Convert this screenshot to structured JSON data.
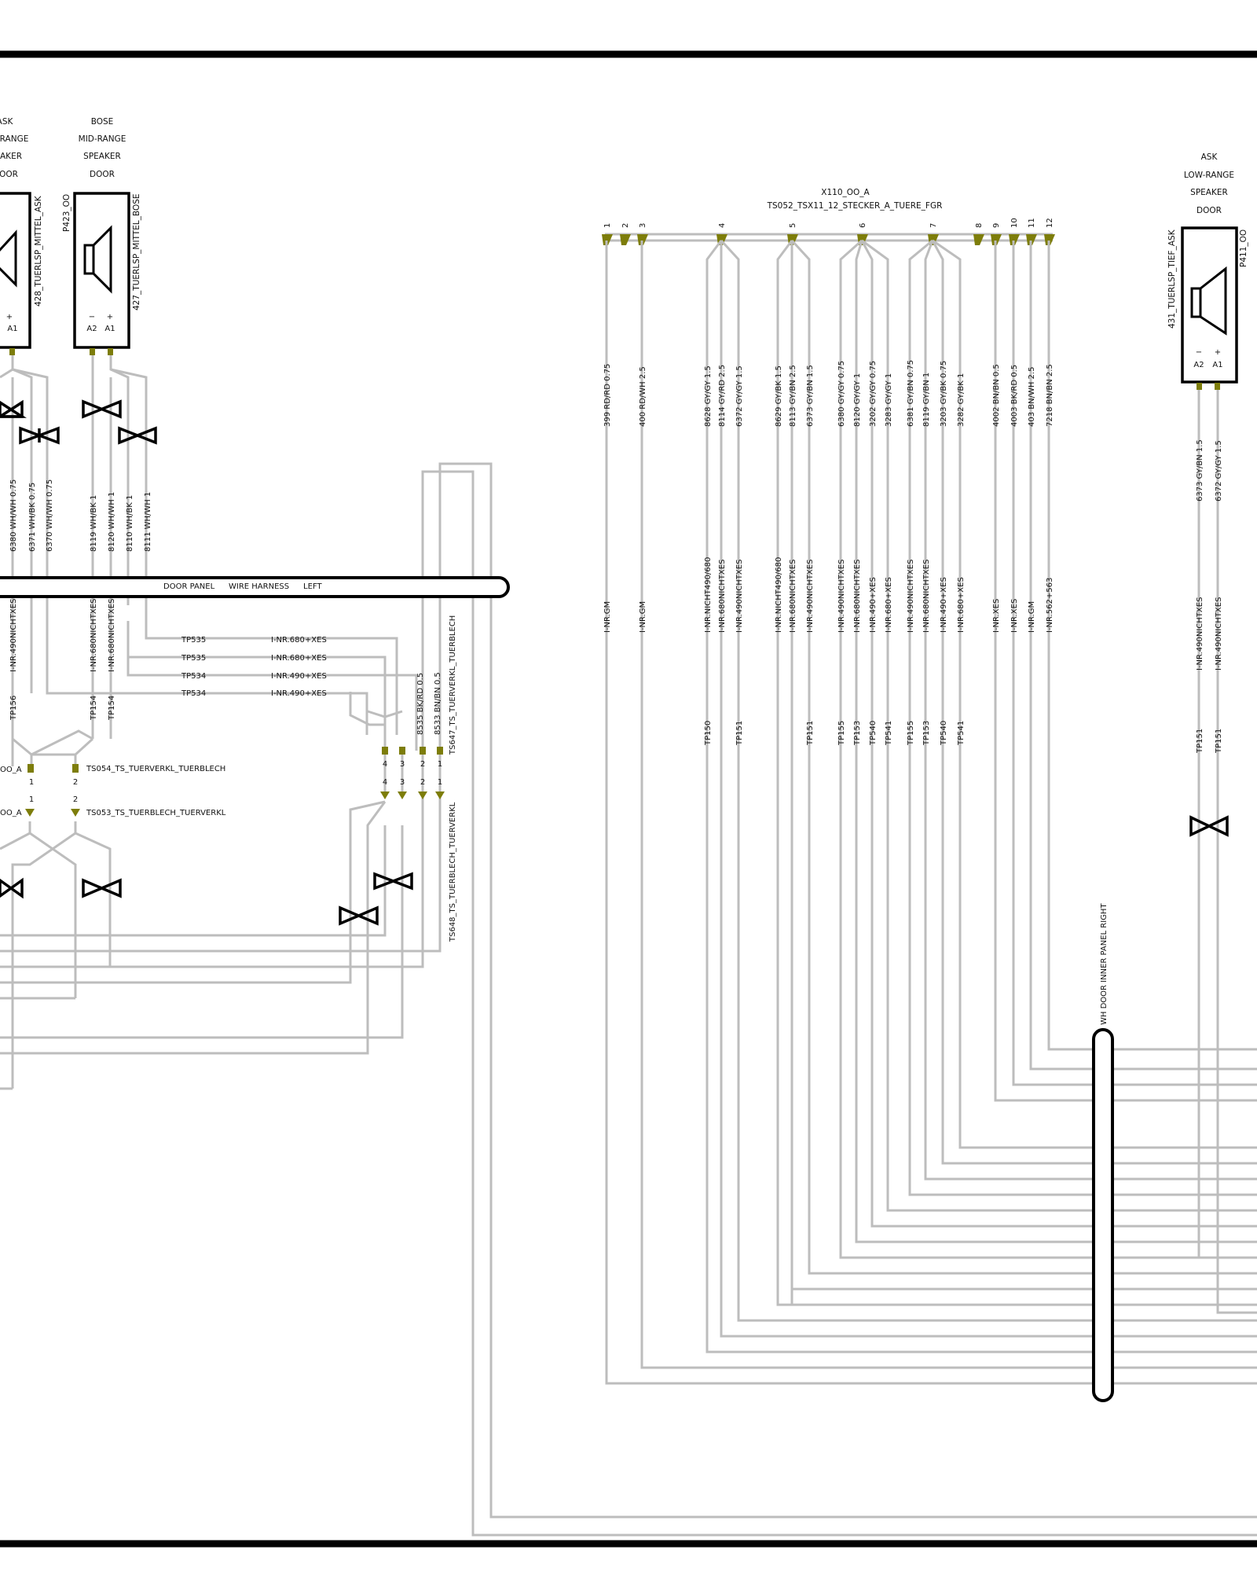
{
  "speakers": {
    "left_partial": {
      "title_lines": [
        "ASK",
        "RANGE",
        "AKER",
        "OOR"
      ],
      "component_id": "428_TUERLSP_MITTEL_ASK",
      "pins": [
        "+",
        "A1"
      ]
    },
    "bose_mid": {
      "title_lines": [
        "BOSE",
        "MID-RANGE",
        "SPEAKER",
        "DOOR"
      ],
      "ref_id": "P423_OO",
      "component_id": "427_TUERLSP_MITTEL_BOSE",
      "pin_signs": [
        "−",
        "+"
      ],
      "pins": [
        "A2",
        "A1"
      ]
    },
    "ask_low": {
      "title_lines": [
        "ASK",
        "LOW-RANGE",
        "SPEAKER",
        "DOOR"
      ],
      "ref_id": "P411_OO",
      "component_id": "431_TUERLSP_TIEF_ASK",
      "pin_signs": [
        "−",
        "+"
      ],
      "pins": [
        "A2",
        "A1"
      ]
    }
  },
  "connector_main": {
    "name": "X110_OO_A",
    "description": "TS052_TSX11_12_STECKER_A_TUERE_FGR",
    "pin_numbers": [
      "1",
      "2",
      "3",
      "4",
      "5",
      "6",
      "7",
      "8",
      "9",
      "10",
      "11",
      "12"
    ]
  },
  "harnesses": {
    "door_panel_left": {
      "part1": "DOOR PANEL",
      "part2": "WIRE HARNESS",
      "part3": "LEFT"
    },
    "door_inner_right": "WH DOOR INNER PANEL  RIGHT"
  },
  "left_wires": {
    "speaker_left": [
      "6380 WH/WH 0.75",
      "6371 WH/BK 0.75",
      "6370 WH/WH 0.75"
    ],
    "speaker_bose": [
      "8119 WH/BK 1",
      "8120 WH/WH 1",
      "8110 WH/BK 1",
      "8111 WH/WH 1"
    ],
    "nr_labels": [
      "I-NR.490NICHTXES",
      "I-NR.680NICHTXES",
      "I-NR.680NICHTXES"
    ],
    "tp_labels": [
      "TP156",
      "TP154",
      "TP154"
    ]
  },
  "tp_rows": [
    {
      "tp": "TP535",
      "nr": "I-NR.680+XES"
    },
    {
      "tp": "TP535",
      "nr": "I-NR.680+XES"
    },
    {
      "tp": "TP534",
      "nr": "I-NR.490+XES"
    },
    {
      "tp": "TP534",
      "nr": "I-NR.490+XES"
    }
  ],
  "ts647": {
    "name": "TS647_TS_TUERVERKL_TUERBLECH",
    "wires": [
      "8535 BK/RD 0.5",
      "8533 BN/BN 0.5"
    ],
    "pins": [
      "4",
      "3",
      "2",
      "1"
    ]
  },
  "ts648": {
    "name": "TS648_TS_TUERBLECH_TUERVERKL",
    "pins": [
      "4",
      "3",
      "2",
      "1"
    ]
  },
  "ts054": {
    "name": "TS054_TS_TUERVERKL_TUERBLECH",
    "prefix": "OO_A",
    "pins": [
      "1",
      "2"
    ]
  },
  "ts053": {
    "name": "TS053_TS_TUERBLECH_TUERVERKL",
    "prefix": "OO_A",
    "pins": [
      "1",
      "2"
    ]
  },
  "main_wires": [
    {
      "wire": "399 RD/RD 0.75",
      "nr": "I-NR.GM",
      "tp": ""
    },
    {
      "wire": "400 RD/WH 2.5",
      "nr": "I-NR.GM",
      "tp": ""
    },
    {
      "wire": "8628 GY/GY 1.5",
      "nr": "I-NR.NICHT490/680",
      "tp": "TP150"
    },
    {
      "wire": "8114 GY/RD 2.5",
      "nr": "I-NR.680NICHTXES",
      "tp": ""
    },
    {
      "wire": "6372 GY/GY 1.5",
      "nr": "I-NR.490NICHTXES",
      "tp": "TP151"
    },
    {
      "wire": "8629 GY/BK 1.5",
      "nr": "I-NR.NICHT490/680",
      "tp": ""
    },
    {
      "wire": "8113 GY/BN 2.5",
      "nr": "I-NR.680NICHTXES",
      "tp": ""
    },
    {
      "wire": "6373 GY/BN 1.5",
      "nr": "I-NR.490NICHTXES",
      "tp": "TP151"
    },
    {
      "wire": "6380 GY/GY 0.75",
      "nr": "I-NR.490NICHTXES",
      "tp": "TP155"
    },
    {
      "wire": "8120 GY/GY 1",
      "nr": "I-NR.680NICHTXES",
      "tp": "TP153"
    },
    {
      "wire": "3202 GY/GY 0.75",
      "nr": "I-NR.490+XES",
      "tp": "TP540"
    },
    {
      "wire": "3283 GY/GY 1",
      "nr": "I-NR.680+XES",
      "tp": "TP541"
    },
    {
      "wire": "6381 GY/BN 0.75",
      "nr": "I-NR.490NICHTXES",
      "tp": "TP155"
    },
    {
      "wire": "8119 GY/BN 1",
      "nr": "I-NR.680NICHTXES",
      "tp": "TP153"
    },
    {
      "wire": "3203 GY/BK 0.75",
      "nr": "I-NR.490+XES",
      "tp": "TP540"
    },
    {
      "wire": "3282 GY/BK 1",
      "nr": "I-NR.680+XES",
      "tp": "TP541"
    },
    {
      "wire": "4002 BN/BN 0.5",
      "nr": "I-NR.XES",
      "tp": ""
    },
    {
      "wire": "4003 BK/RD 0.5",
      "nr": "I-NR.XES",
      "tp": ""
    },
    {
      "wire": "403 BN/WH 2.5",
      "nr": "I-NR.GM",
      "tp": ""
    },
    {
      "wire": "7218 BN/BN 2.5",
      "nr": "I-NR.562+563",
      "tp": ""
    }
  ],
  "right_speaker_wires": [
    {
      "wire": "6373 GY/BN 1.5",
      "nr": "I-NR.490NICHTXES",
      "tp": "TP151"
    },
    {
      "wire": "6372 GY/GY 1.5",
      "nr": "I-NR.490NICHTXES",
      "tp": "TP151"
    }
  ]
}
